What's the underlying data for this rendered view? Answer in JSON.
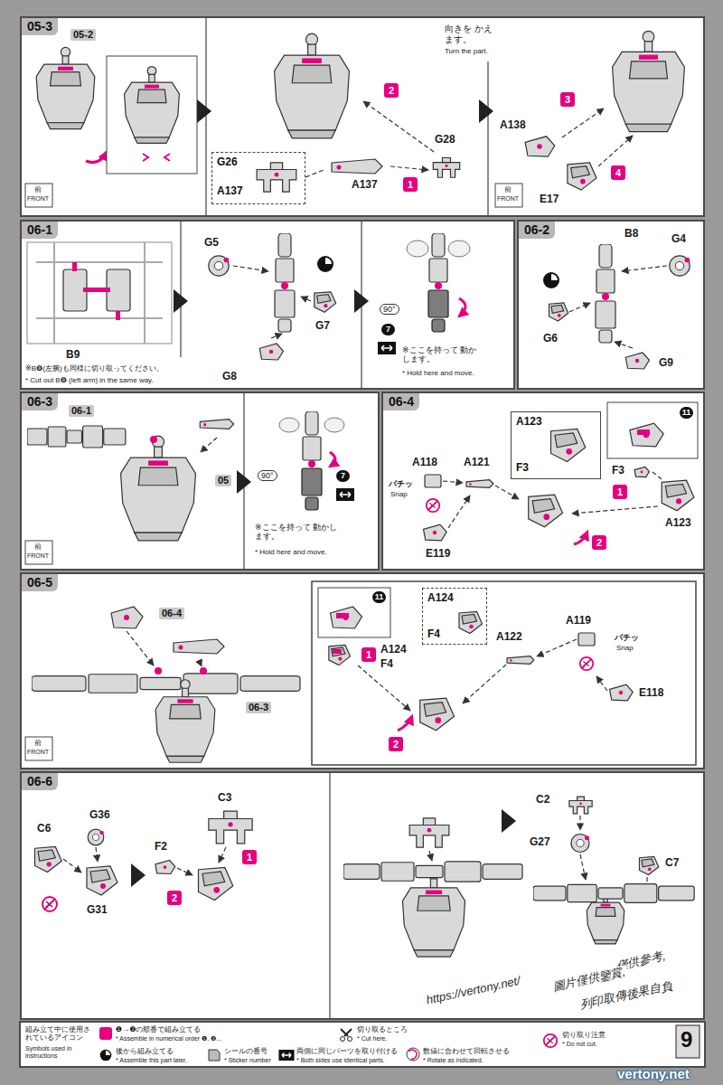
{
  "diagram": {
    "nodes": [
      {
        "text": [
          "05-3"
        ]
      },
      {
        "text": [
          "G26",
          "A137"
        ],
        "in": 0
      },
      {
        "text": [
          "06-1"
        ]
      },
      {
        "text": [
          "06-2"
        ]
      },
      {
        "text": [
          "06-3"
        ]
      },
      {
        "text": [
          "06-4"
        ]
      },
      {
        "text": [
          "A123",
          "F3"
        ],
        "in": 5
      },
      {
        "text": [
          "06-5"
        ]
      },
      {
        "text": [
          "A124",
          "F4"
        ],
        "in": 7
      },
      {
        "text": [
          "06-6"
        ]
      }
    ],
    "labels": [
      "05-2",
      "前",
      "FRONT",
      "2",
      "向きを かえます。",
      "Turn the part.",
      "G28",
      "1",
      "A137",
      "A138",
      "3",
      "4",
      "E17",
      "前",
      "FRONT",
      "B9",
      "※B❽(左腕)も同様に切り取ってください。",
      "* Cut out B❽ (left arm) in the same way.",
      "G5",
      "G7",
      "G8",
      "90°",
      "7",
      "※ここを持って 動かします。",
      "* Hold here and move.",
      "B8",
      "G4",
      "G6",
      "G9",
      "06-1",
      "05",
      "前",
      "FRONT",
      "90°",
      "7",
      "※ここを持って 動かします。",
      "* Hold here and move.",
      "11",
      "F3",
      "A123",
      "1",
      "A121",
      "A118",
      "パチッ",
      "Snap",
      "E119",
      "2",
      "06-4",
      "06-3",
      "前",
      "FRONT",
      "11",
      "A124",
      "F4",
      "1",
      "A122",
      "A119",
      "パチッ",
      "Snap",
      "E118",
      "2",
      "G36",
      "C6",
      "G31",
      "F2",
      "C3",
      "1",
      "2",
      "C2",
      "G27",
      "C7",
      "組み立て中に使用されているアイコン",
      "Symbols used in instructions",
      "* Assemble in numerical order ❶, ❷...",
      "* Cut here.",
      "* Assemble this part later.",
      "* Sticker number",
      "* Both sides use identical parts.",
      "* Rotate as indicated.",
      "* Do not cut.",
      "9",
      "https://vertony.net/",
      "僅供參考,",
      "圖片僅供鑒賞,",
      "列印取傳後果自負",
      "vertony.net"
    ],
    "legend": [
      {
        "text": "❶→❷の順番で組み立てる"
      },
      {
        "text": "切り取るところ"
      },
      {
        "text": "後から組み立てる"
      },
      {
        "text": "シールの番号"
      },
      {
        "text": "両側に同じパーツを取り付ける"
      },
      {
        "text": "数値に合わせて回転させる"
      },
      {
        "text": "切り取り注意"
      }
    ]
  }
}
